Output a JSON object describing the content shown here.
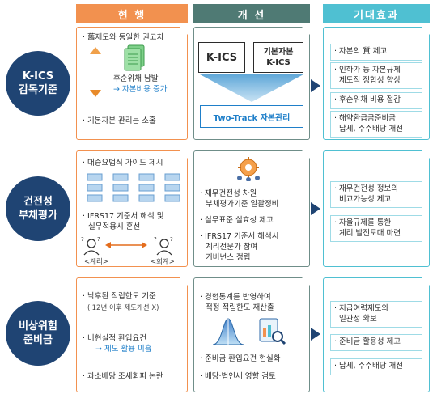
{
  "headers": {
    "current": "현 행",
    "improvement": "개 선",
    "expected": "기대효과"
  },
  "rows": [
    {
      "label": [
        "K-ICS",
        "감독기준"
      ],
      "current": {
        "item1": "舊제도와 동일한 권고치",
        "item2_line1": "후순위채 남발",
        "item2_line2": "→ 자본비용 증가",
        "item3": "기본자본 관리는 소홀"
      },
      "improvement": {
        "kics": "K-ICS",
        "basic_line1": "기본자본",
        "basic_line2": "K-ICS",
        "two_track": "Two-Track 자본관리"
      },
      "expected": [
        {
          "lines": [
            "자본의 質 제고"
          ]
        },
        {
          "lines": [
            "인하가 등 자본규제",
            "제도적 정합성 향상"
          ]
        },
        {
          "lines": [
            "후순위채 비용 절감"
          ]
        },
        {
          "lines": [
            "해약환급금준비금",
            "납세, 주주배당 개선"
          ]
        }
      ]
    },
    {
      "label": [
        "건전성",
        "부채평가"
      ],
      "current": {
        "item1": "대증요법식 가이드 제시",
        "item2_line1": "IFRS17 기준서 해석 및",
        "item2_line2": "실무적용시 혼선",
        "left_tag": "<계리>",
        "right_tag": "<회계>"
      },
      "improvement": {
        "item1_line1": "재무건전성 차원",
        "item1_line2": "부채평가기준 일괄정비",
        "item2": "실무표준 실효성 제고",
        "item3_line1": "IFRS17 기준서 해석시",
        "item3_line2": "계리전문가 참여",
        "item3_line3": "거버넌스 정립"
      },
      "expected": [
        {
          "lines": [
            "재무건전성 정보의",
            "비교가능성 제고"
          ]
        },
        {
          "lines": [
            "자율규제를 통한",
            "계리 발전토대 마련"
          ]
        }
      ]
    },
    {
      "label": [
        "비상위험",
        "준비금"
      ],
      "current": {
        "item1_line1": "낙후된 적립한도 기준",
        "item1_line2": "('12년 이후 제도개선 X)",
        "item2_line1": "비현실적 환입요건",
        "item2_line2": "→ 제도 활용 미흡",
        "item3": "과소배당·조세회피 논란"
      },
      "improvement": {
        "item1_line1": "경험통계를 반영하여",
        "item1_line2": "적정 적립한도 재산출",
        "item2": "준비금 환입요건 현실화",
        "item3": "배당·법인세 영향 검토"
      },
      "expected": [
        {
          "lines": [
            "지급여력제도와",
            "일관성 확보"
          ]
        },
        {
          "lines": [
            "준비금 활용성 제고"
          ]
        },
        {
          "lines": [
            "납세, 주주배당 개선"
          ]
        }
      ]
    }
  ],
  "colors": {
    "navy": "#1f4473",
    "orange": "#f2914f",
    "teal": "#4f7a74",
    "cyan": "#4fc0d2",
    "blue": "#1f7fc9"
  },
  "icons": [
    "document-stack-icon",
    "double-arrow-icon",
    "cross-arrow-icon",
    "person-confused-icon",
    "gear-team-icon",
    "bell-curve-icon",
    "report-magnifier-icon"
  ]
}
